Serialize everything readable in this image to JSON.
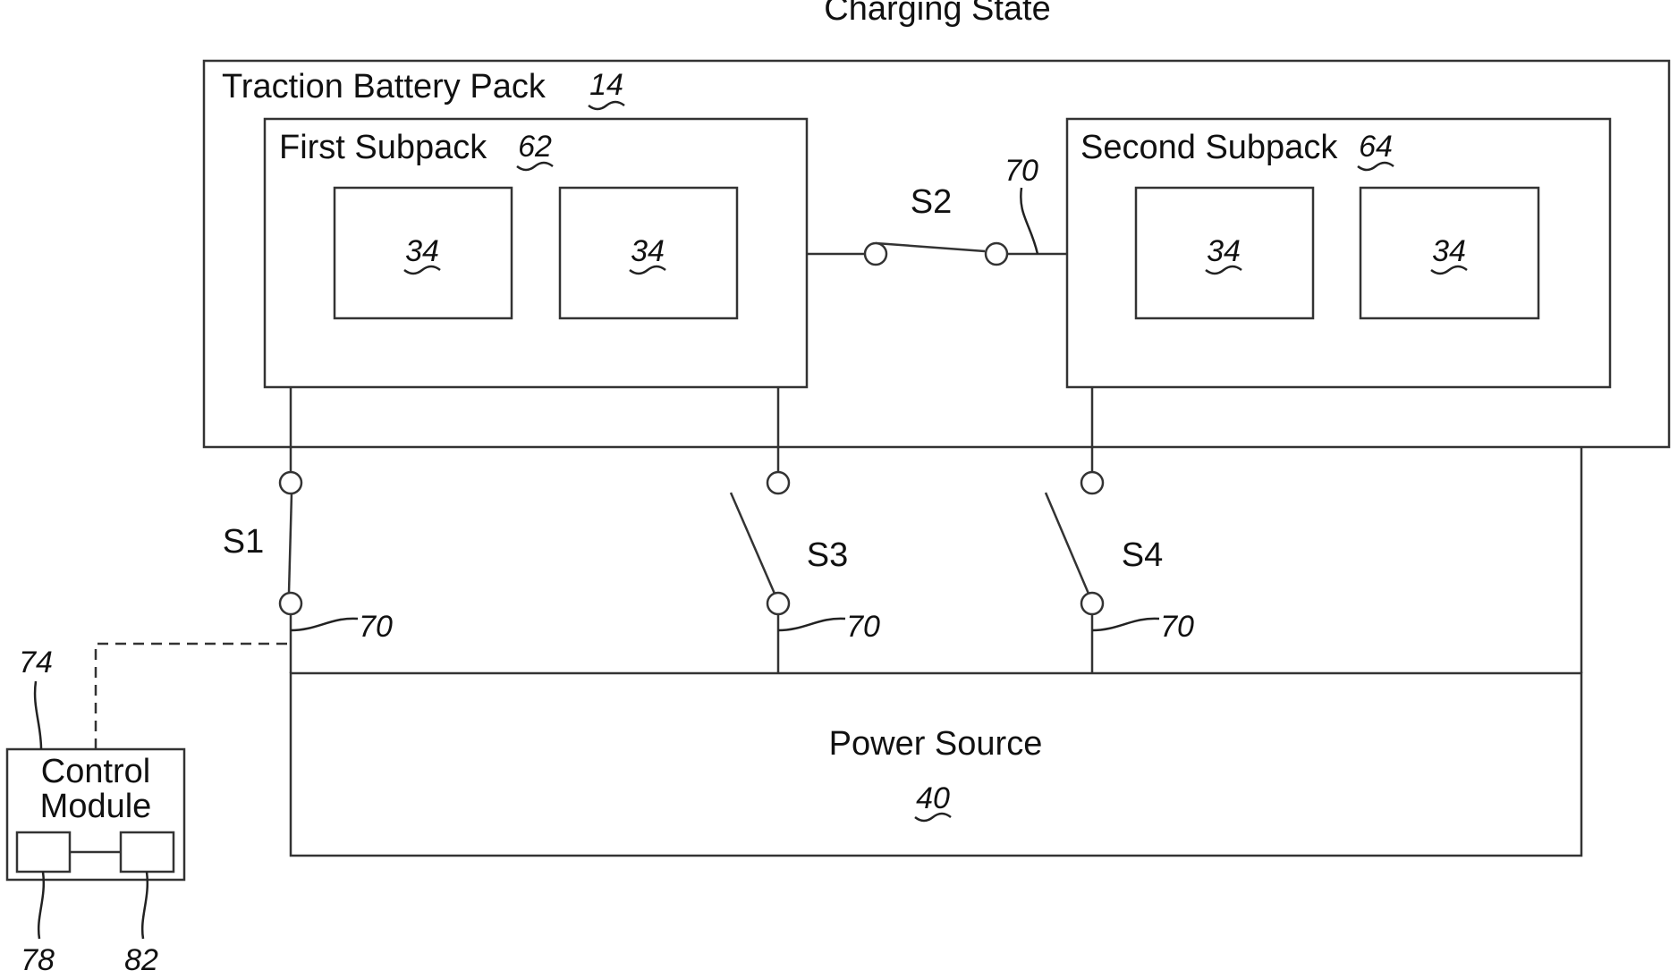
{
  "title": "Charging State",
  "battery_pack": {
    "label": "Traction Battery Pack",
    "ref": "14"
  },
  "first_subpack": {
    "label": "First Subpack",
    "ref": "62",
    "cells": [
      "34",
      "34"
    ]
  },
  "second_subpack": {
    "label": "Second Subpack",
    "ref": "64",
    "cells": [
      "34",
      "34"
    ]
  },
  "switches": {
    "s1": "S1",
    "s2": "S2",
    "s3": "S3",
    "s4": "S4"
  },
  "switch_ref": "70",
  "power_source": {
    "label": "Power Source",
    "ref": "40"
  },
  "control_module": {
    "label_line1": "Control",
    "label_line2": "Module",
    "ref": "74",
    "sub_refs": [
      "78",
      "82"
    ]
  }
}
